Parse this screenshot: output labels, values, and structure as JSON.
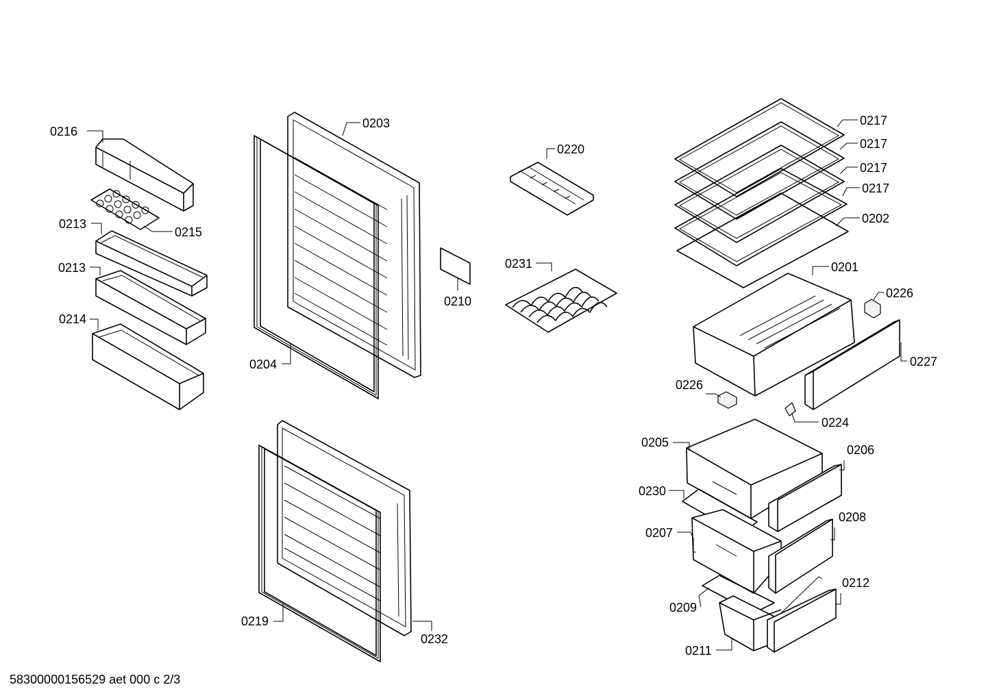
{
  "diagram": {
    "labels": [
      "0216",
      "0213",
      "0215",
      "0213",
      "0214",
      "0203",
      "0204",
      "0219",
      "0232",
      "0220",
      "0210",
      "0231",
      "0217",
      "0217",
      "0217",
      "0217",
      "0202",
      "0201",
      "0226",
      "0227",
      "0226",
      "0224",
      "0205",
      "0206",
      "0230",
      "0207",
      "0208",
      "0209",
      "0212",
      "0211"
    ]
  },
  "footer": {
    "text": "58300000156529 aet 000 c 2/3"
  }
}
